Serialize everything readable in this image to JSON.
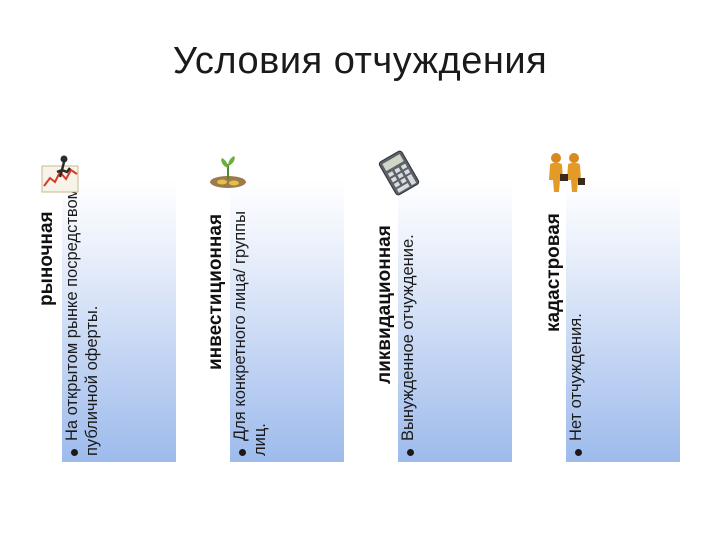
{
  "title": "Условия отчуждения",
  "columns": [
    {
      "heading": "рыночная",
      "text": "На открытом рынке посредством публичной оферты.",
      "icon": "chart-person-icon"
    },
    {
      "heading": "инвестиционная",
      "text": "Для конкретного лица/ группы лиц.",
      "icon": "sprout-coins-icon"
    },
    {
      "heading": "ликвидационная",
      "text": "Вынужденное отчуждение.",
      "icon": "calculator-icon"
    },
    {
      "heading": "кадастровая",
      "text": "Нет отчуждения.",
      "icon": "two-people-icon"
    }
  ]
}
